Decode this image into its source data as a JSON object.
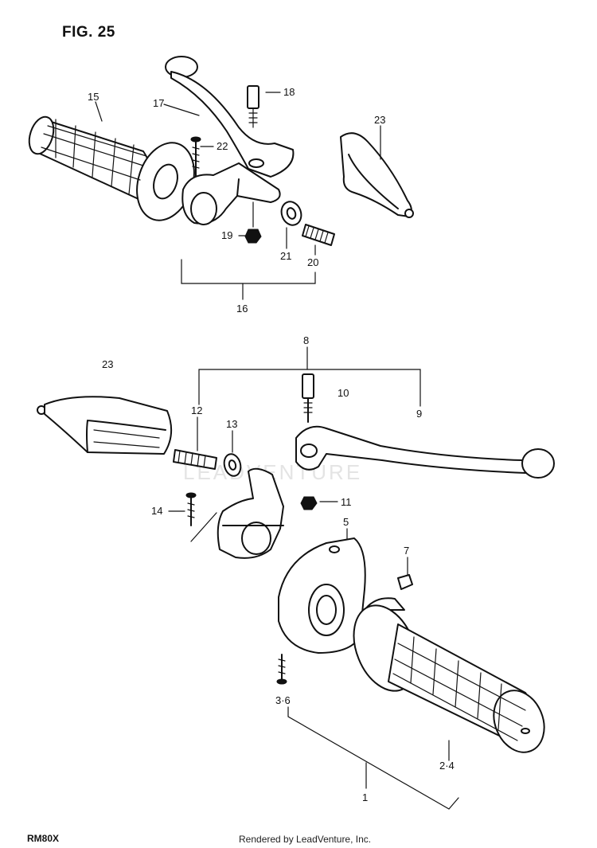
{
  "figure": {
    "title": "FIG. 25",
    "model": "RM80X",
    "credit": "Rendered by LeadVenture, Inc.",
    "watermark": "LEADVENTURE"
  },
  "callouts": {
    "c15": "15",
    "c17": "17",
    "c18": "18",
    "c22": "22",
    "c23a": "23",
    "c19": "19",
    "c21": "21",
    "c20": "20",
    "c16": "16",
    "c8": "8",
    "c23b": "23",
    "c10": "10",
    "c9": "9",
    "c12": "12",
    "c13": "13",
    "c14": "14",
    "c11": "11",
    "c5": "5",
    "c7": "7",
    "c36": "3·6",
    "c24": "2·4",
    "c1": "1"
  }
}
